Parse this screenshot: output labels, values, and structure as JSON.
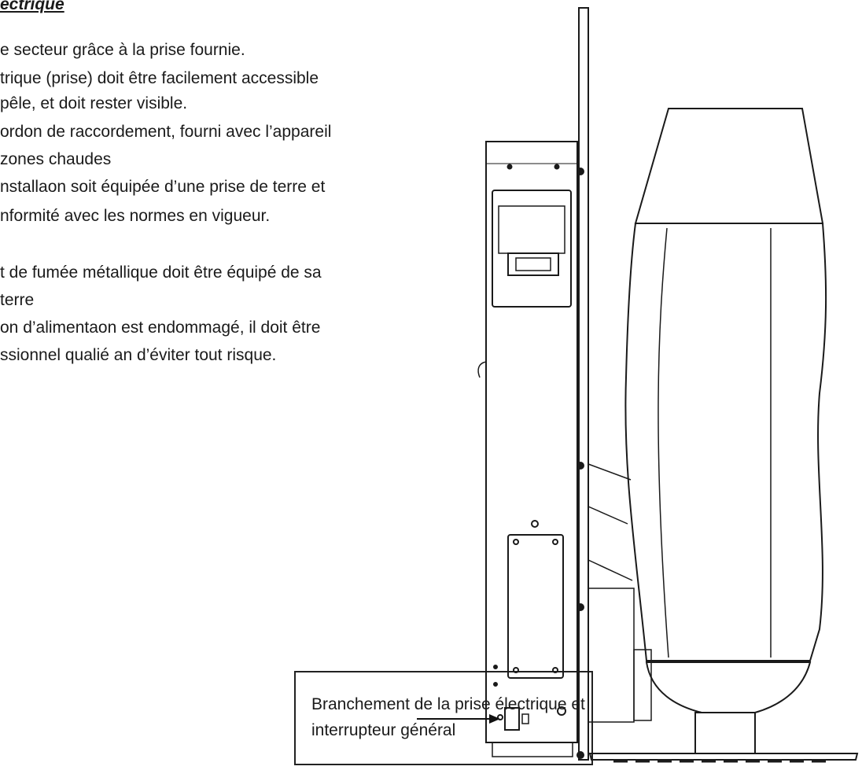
{
  "heading": "ectrique",
  "lines": [
    "e secteur grâce à la prise fournie.",
    "trique (prise) doit être facilement accessible",
    "pêle, et doit rester visible.",
    "ordon de raccordement, fourni avec l’appareil",
    "zones chaudes",
    "nstallaon soit équipée d’une prise de terre et",
    "nformité avec les normes en vigueur.",
    "t de fumée métallique doit être équipé de sa",
    "terre",
    "on d’alimentaon est endommagé, il doit être",
    "ssionnel qualié an d’éviter tout risque."
  ],
  "callout": {
    "line1": "Branchement de la prise électrique et",
    "line2": "interrupteur général"
  }
}
